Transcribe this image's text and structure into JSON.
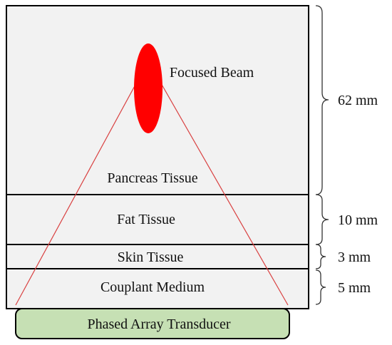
{
  "diagram": {
    "layers": [
      {
        "label": "Pancreas Tissue",
        "dimension": "62 mm"
      },
      {
        "label": "Fat Tissue",
        "dimension": "10 mm"
      },
      {
        "label": "Skin Tissue",
        "dimension": "3 mm"
      },
      {
        "label": "Couplant Medium",
        "dimension": "5 mm"
      }
    ],
    "focus_label": "Focused Beam",
    "transducer_label": "Phased Array Transducer",
    "colors": {
      "layer_fill": "#f2f2f2",
      "border": "#000000",
      "beam": "#ff0000",
      "beam_line": "#d94040",
      "transducer_fill": "#c6e0b4",
      "brace": "#333333"
    }
  }
}
